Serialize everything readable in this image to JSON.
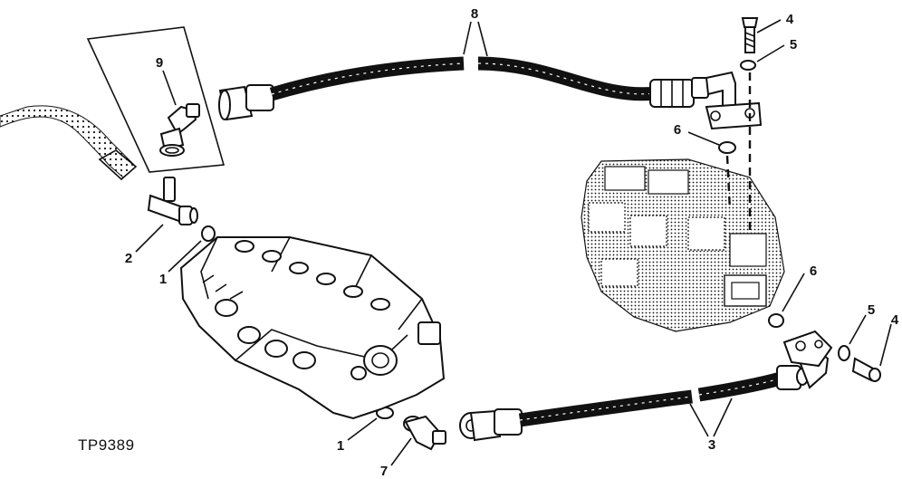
{
  "figure_id": "TP9389",
  "callouts": {
    "c1a": "1",
    "c1b": "1",
    "c2": "2",
    "c3": "3",
    "c4a": "4",
    "c4b": "4",
    "c5a": "5",
    "c5b": "5",
    "c6a": "6",
    "c6b": "6",
    "c7": "7",
    "c8": "8",
    "c9": "9"
  }
}
